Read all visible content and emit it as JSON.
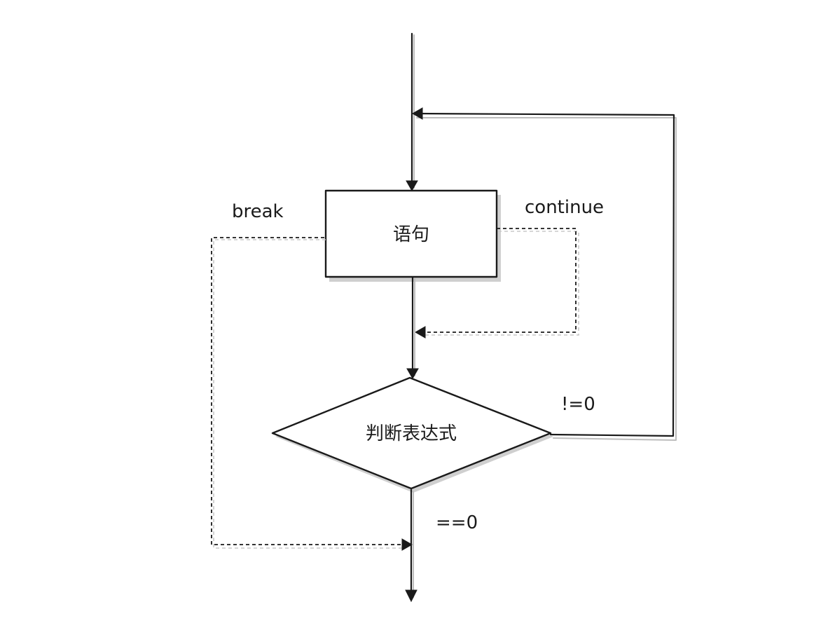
{
  "diagram": {
    "nodes": {
      "statement": "语句",
      "condition": "判断表达式"
    },
    "edge_labels": {
      "break": "break",
      "continue": "continue",
      "nonzero": "!=0",
      "zero": "==0"
    }
  },
  "colors": {
    "stroke": "#1a1a1a",
    "shadow": "#bdbdbd",
    "background": "#ffffff"
  }
}
